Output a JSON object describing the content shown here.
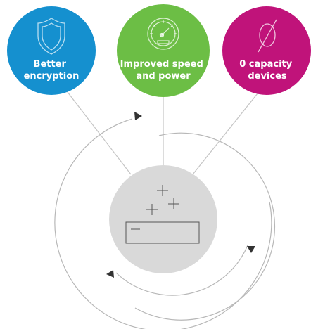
{
  "badges": [
    {
      "id": "encryption",
      "icon": "shield-icon",
      "color": "#1590cf",
      "lines": [
        "Better",
        "encryption"
      ]
    },
    {
      "id": "speed",
      "icon": "speedometer-icon",
      "color": "#6cbe45",
      "lines": [
        "Improved speed",
        "and power"
      ]
    },
    {
      "id": "capacity",
      "icon": "empty-set-icon",
      "color": "#c0137a",
      "lines": [
        "0 capacity",
        "devices"
      ]
    }
  ],
  "colors": {
    "connector": "#c4c4c4",
    "ring": "#b7b7b7",
    "arrow": "#333333",
    "battery_fill": "#d9d9d9",
    "battery_stroke": "#555555"
  },
  "icons": {
    "center": "battery-icon"
  }
}
